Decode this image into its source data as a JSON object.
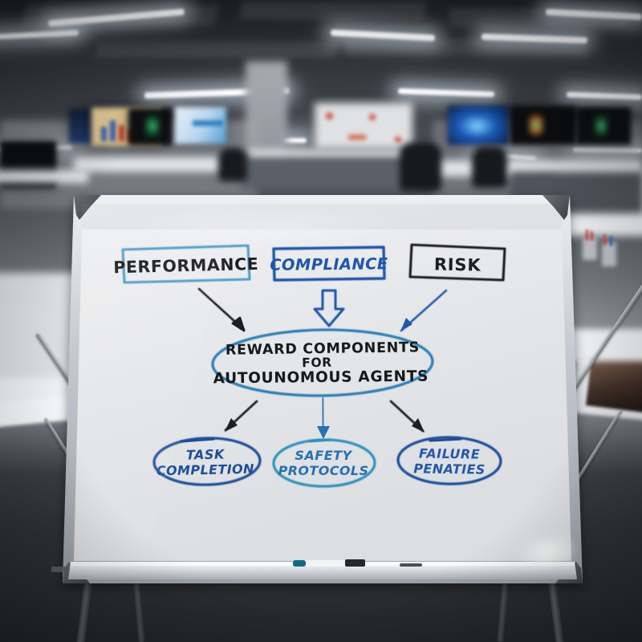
{
  "scene": {
    "setting": "blurred open-plan office",
    "subject": "whiteboard on easel"
  },
  "diagram": {
    "title_node": {
      "id": "reward-components",
      "lines": [
        "REWARD COMPONENTS",
        "FOR",
        "AUTOUNOMOUS AGENTS"
      ],
      "shape": "ellipse",
      "stroke": "#2b7fb8",
      "text_color": "#17191c"
    },
    "top_nodes": [
      {
        "id": "performance",
        "label": "PERFORMANCE",
        "shape": "rect",
        "stroke": "#4d9fcc",
        "text_color": "#1d1f22"
      },
      {
        "id": "compliance",
        "label": "COMPLIANCE",
        "shape": "rect",
        "stroke": "#1e56ad",
        "text_color": "#1f55ad"
      },
      {
        "id": "risk",
        "label": "RISK",
        "shape": "rect",
        "stroke": "#1d1f22",
        "text_color": "#1d1f22"
      }
    ],
    "bottom_nodes": [
      {
        "id": "task-completion",
        "lines": [
          "TASK",
          "COMPLETION"
        ],
        "shape": "ellipse",
        "stroke": "#1b4f9c",
        "text_color": "#1b4f9c"
      },
      {
        "id": "safety-protocols",
        "lines": [
          "SAFETY",
          "PROTOCOLS"
        ],
        "shape": "ellipse",
        "stroke": "#2e93bd",
        "text_color": "#2471b5"
      },
      {
        "id": "failure-penaties",
        "lines": [
          "FAILURE",
          "PENATIES"
        ],
        "shape": "ellipse",
        "stroke": "#1b4f9c",
        "text_color": "#2258ab"
      }
    ],
    "connectors": [
      {
        "id": "performance-to-core",
        "from": "performance",
        "to": "reward-components",
        "style": "thin-arrow",
        "color": "#1d1f22"
      },
      {
        "id": "compliance-to-core",
        "from": "compliance",
        "to": "reward-components",
        "style": "block-arrow",
        "color": "#1e56ad"
      },
      {
        "id": "risk-to-core",
        "from": "risk",
        "to": "reward-components",
        "style": "thin-arrow",
        "color": "#1e56ad"
      },
      {
        "id": "core-to-task",
        "from": "reward-components",
        "to": "task-completion",
        "style": "thin-arrow",
        "color": "#1d1f22"
      },
      {
        "id": "core-to-safety",
        "from": "reward-components",
        "to": "safety-protocols",
        "style": "thin-arrow",
        "color": "#2471b5"
      },
      {
        "id": "core-to-failure",
        "from": "reward-components",
        "to": "failure-penaties",
        "style": "thin-arrow",
        "color": "#1d1f22"
      }
    ]
  },
  "board": {
    "surface_color": "#e9eaec",
    "frame_color": "#c8ccd0",
    "corner_cap_color": "#4e5358",
    "tray": {
      "marker": {
        "cap_color": "#0f6b85",
        "body_color": "#f2f3f5",
        "grip_color": "#26282b"
      }
    }
  },
  "colors": {
    "accent_blue": "#1e56ad",
    "accent_teal": "#2e93bd",
    "ink_black": "#1d1f22"
  }
}
